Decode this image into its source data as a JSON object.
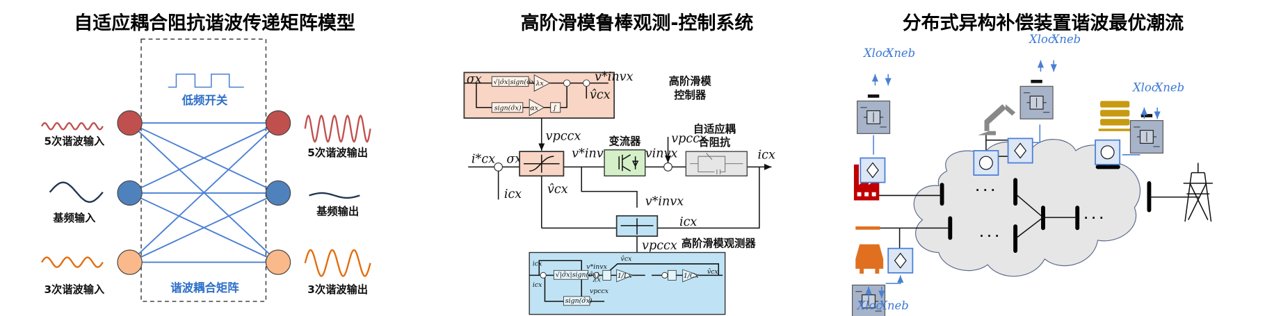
{
  "panels": {
    "left": {
      "title": "自适应耦合阻抗谐波传递矩阵模型",
      "switch_label": "低频开关",
      "matrix_label": "谐波耦合矩阵",
      "inputs": [
        "5次谐波输入",
        "基频输入",
        "3次谐波输入"
      ],
      "outputs": [
        "5次谐波输出",
        "基频输出",
        "3次谐波输出"
      ],
      "colors": {
        "h5": "#c0504d",
        "fund": "#4f81bd",
        "h3": "#f9b98a",
        "line": "#4a7fd4"
      }
    },
    "middle": {
      "title": "高阶滑模鲁棒观测-控制系统",
      "controller_label_1": "高阶滑模",
      "controller_label_2": "控制器",
      "converter_label": "变流器",
      "impedance_label_1": "自适应耦",
      "impedance_label_2": "合阻抗",
      "observer_label": "高阶滑模观测器",
      "signals": {
        "i_ref": "i*cx",
        "sigma": "σx",
        "v_pcc": "vpccx",
        "v_inv_ref": "v*invx",
        "v_inv": "vinvx",
        "v_hat": "v̂cx",
        "i": "icx"
      },
      "blocks": {
        "sqrt_sign": "√|σ̂x|sign(σ̂x)",
        "sign": "sign(σ̂x)",
        "lambda": "λx",
        "alpha": "αx",
        "integral": "∫",
        "inv_L": "1/Lx",
        "inv_C": "1/Cx"
      }
    },
    "right": {
      "title": "分布式异构补偿装置谐波最优潮流",
      "x_loc": "Xloc",
      "x_neb": "Xneb",
      "ellipsis": "· · ·"
    }
  }
}
